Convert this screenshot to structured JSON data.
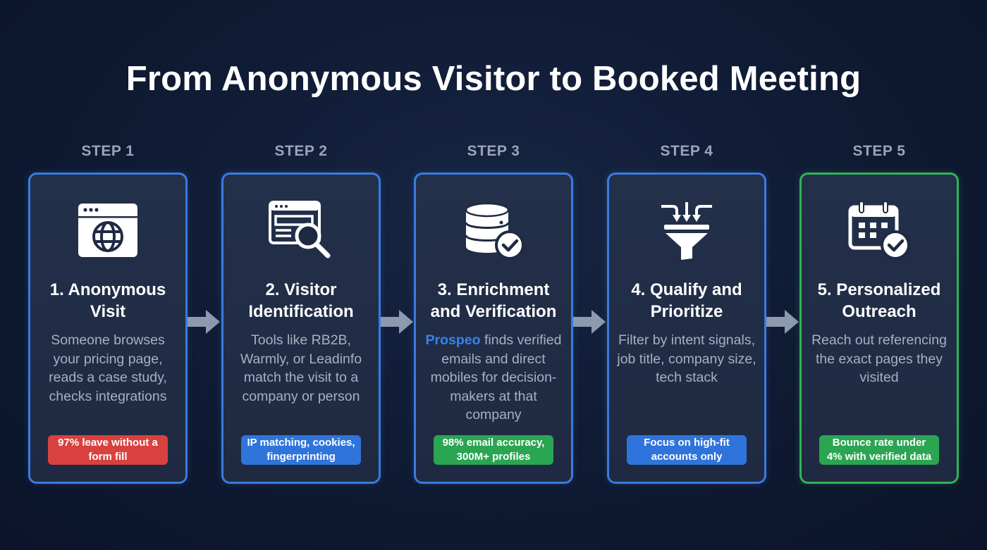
{
  "title": "From Anonymous Visitor to Booked Meeting",
  "colors": {
    "background": "#0f1a33",
    "card_border_blue": "#3a7be0",
    "card_border_green": "#2fb458",
    "badge_red": "#d9413f",
    "badge_blue": "#2f74da",
    "badge_green": "#2aa552",
    "brand_blue": "#3a82ea",
    "arrow": "#8d99ad"
  },
  "steps": [
    {
      "label": "STEP 1",
      "icon": "browser-globe-icon",
      "title_line1": "1. Anonymous",
      "title_line2": "Visit",
      "description": "Someone browses your pricing page, reads a case study, checks integrations",
      "badge": "97% leave without a form fill",
      "badge_color": "red"
    },
    {
      "label": "STEP 2",
      "icon": "browser-search-icon",
      "title_line1": "2. Visitor",
      "title_line2": "Identification",
      "description": "Tools like RB2B, Warmly, or Leadinfo match the visit to a company or person",
      "badge": "IP matching, cookies, fingerprinting",
      "badge_color": "blue"
    },
    {
      "label": "STEP 3",
      "icon": "database-check-icon",
      "title_line1": "3. Enrichment",
      "title_line2": "and Verification",
      "description_brand": "Prospeo",
      "description": " finds verified emails and direct mobiles for decision-makers at that company",
      "badge": "98% email accuracy, 300M+ profiles",
      "badge_color": "green"
    },
    {
      "label": "STEP 4",
      "icon": "funnel-filter-icon",
      "title_line1": "4. Qualify and",
      "title_line2": "Prioritize",
      "description": "Filter by intent signals, job title, company size, tech stack",
      "badge": "Focus on high-fit accounts only",
      "badge_color": "blue"
    },
    {
      "label": "STEP 5",
      "icon": "calendar-check-icon",
      "title_line1": "5. Personalized",
      "title_line2": "Outreach",
      "description": "Reach out referencing the exact pages they visited",
      "badge": "Bounce rate under 4% with verified data",
      "badge_color": "green"
    }
  ]
}
